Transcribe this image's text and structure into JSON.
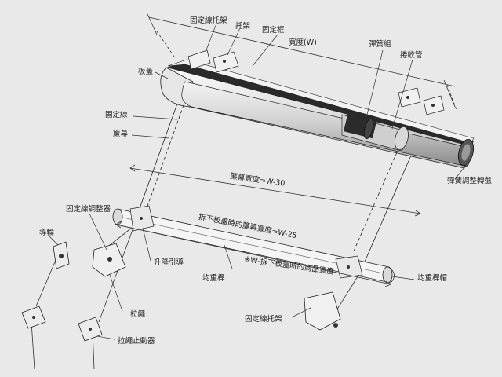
{
  "labels": {
    "fixed_line_bracket_top": "固定線托架",
    "bracket": "托架",
    "fixing_frame": "固定框",
    "width_w": "寬度(W)",
    "spring_unit": "彈簧組",
    "roller_tube": "捲收管",
    "cover": "板蓋",
    "fixed_line": "固定線",
    "blind_cloth": "簾幕",
    "cloth_width": "簾幕寬度=W-30",
    "spring_adjuster": "彈簧調整轉盤",
    "line_adjuster": "固定線調整器",
    "guide_wheel": "導輪",
    "cloth_width_no_cover": "拆下板蓋時的簾幕寬度=W-25",
    "lifting_guide": "升降引導",
    "product_width_note": "※W-拆下板蓋時的商品寬度",
    "bottom_rail": "均重桿",
    "bottom_rail_cap": "均重桿帽",
    "fixed_line_bracket_bottom": "固定線托架",
    "pull_cord": "拉繩",
    "cord_stopper": "拉繩止動器"
  }
}
